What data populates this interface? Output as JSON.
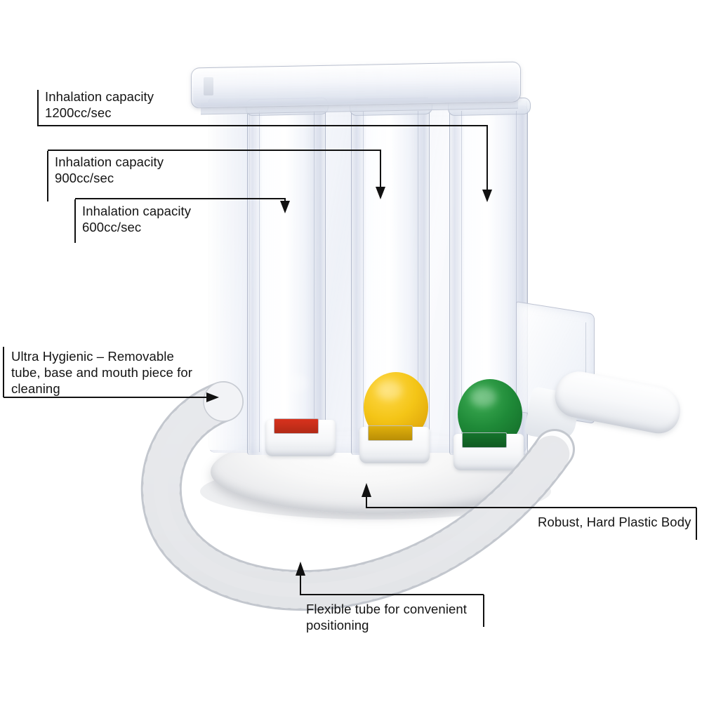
{
  "image": {
    "subject": "Three-ball incentive spirometer breathing exerciser",
    "background_color": "#ffffff",
    "line_color": "#111111"
  },
  "annotations": [
    {
      "id": "inhalation-1200",
      "label_line1": "Inhalation capacity",
      "label_line2": "1200cc/sec",
      "points_to": "third-chamber"
    },
    {
      "id": "inhalation-900",
      "label_line1": "Inhalation capacity",
      "label_line2": "900cc/sec",
      "points_to": "second-chamber"
    },
    {
      "id": "inhalation-600",
      "label_line1": "Inhalation capacity",
      "label_line2": "600cc/sec",
      "points_to": "first-chamber"
    },
    {
      "id": "ultra-hygienic",
      "label_line1": "Ultra Hygienic – Removable",
      "label_line2": "tube, base and mouth piece for",
      "label_line3": "cleaning",
      "points_to": "tube-connector"
    },
    {
      "id": "robust-body",
      "label_line1": "Robust, Hard Plastic Body",
      "points_to": "base-plate"
    },
    {
      "id": "flexible-tube",
      "label_line1": "Flexible tube for convenient",
      "label_line2": "positioning",
      "points_to": "corrugated-tube"
    }
  ],
  "product": {
    "balls": [
      {
        "name": "red-ball",
        "color": "#e8452e"
      },
      {
        "name": "yellow-ball",
        "color": "#f4c517"
      },
      {
        "name": "green-ball",
        "color": "#1f8a38"
      }
    ],
    "chambers": [
      "chamber-600",
      "chamber-900",
      "chamber-1200"
    ],
    "parts": [
      "top-lid",
      "transparent-body",
      "white-base",
      "flexible-tube",
      "mouthpiece",
      "side-flange"
    ]
  }
}
